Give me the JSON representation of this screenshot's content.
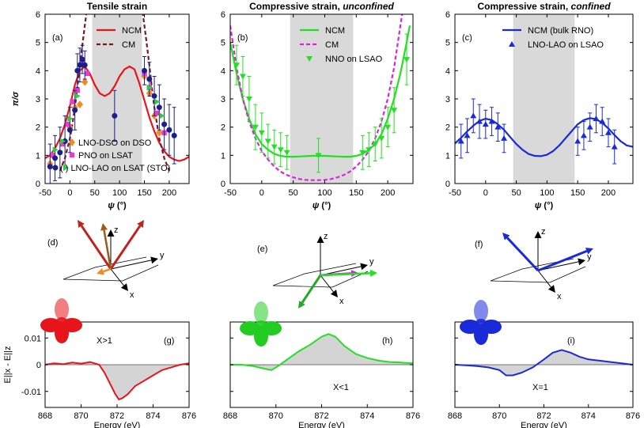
{
  "chart_data": [
    {
      "id": "a",
      "type": "scatter",
      "title": "Tensile strain",
      "title_italic": "",
      "panel_label": "(a)",
      "xlabel": "ψ (°)",
      "ylabel": "π/σ",
      "xlim": [
        -50,
        240
      ],
      "ylim": [
        0,
        6
      ],
      "xticks": [
        -50,
        0,
        50,
        100,
        150,
        200
      ],
      "yticks": [
        0,
        1,
        2,
        3,
        4,
        5,
        6
      ],
      "shaded": [
        45,
        145
      ],
      "legend_top": [
        {
          "label": "NCM",
          "color": "#e8141b",
          "style": "solid"
        },
        {
          "label": "CM",
          "color": "#7a1a1a",
          "style": "dashed"
        }
      ],
      "legend_bottom": [
        {
          "label": "LNO-DSO on DSO",
          "color": "#f28a1e",
          "marker": "diamond"
        },
        {
          "label": "PNO on LSAT",
          "color": "#e83ccf",
          "marker": "square"
        },
        {
          "label": "( ) LNO-LAO on LSAT (STO)",
          "color": "#1b1f8a",
          "marker": "circle-tri"
        }
      ],
      "curves": [
        {
          "name": "NCM",
          "color": "#e8141b",
          "dash": "",
          "x": [
            -50,
            -40,
            -30,
            -20,
            -10,
            0,
            10,
            20,
            30,
            40,
            50,
            60,
            70,
            80,
            90,
            100,
            110,
            120,
            130,
            140,
            150,
            160,
            170,
            180,
            190,
            200,
            210,
            220,
            230,
            240
          ],
          "y": [
            0.9,
            1.0,
            1.25,
            1.6,
            2.1,
            2.75,
            3.5,
            4.0,
            4.15,
            3.9,
            3.5,
            3.2,
            3.1,
            3.2,
            3.45,
            3.8,
            4.05,
            4.15,
            4.05,
            3.55,
            2.95,
            2.35,
            1.85,
            1.45,
            1.15,
            0.95,
            0.85,
            0.8,
            0.85,
            0.95
          ]
        },
        {
          "name": "CM",
          "color": "#7a1a1a",
          "dash": "5,3",
          "x": [
            -20,
            -10,
            0,
            5,
            10,
            15,
            20,
            25,
            30,
            33,
            36
          ],
          "y": [
            0.45,
            0.9,
            1.6,
            2.1,
            2.7,
            3.4,
            4.2,
            4.9,
            5.6,
            6.0,
            6.3
          ]
        },
        {
          "name": "CM",
          "color": "#7a1a1a",
          "dash": "5,3",
          "x": [
            144,
            147,
            150,
            155,
            160,
            165,
            170,
            180,
            190,
            200
          ],
          "y": [
            6.3,
            6.0,
            5.6,
            4.9,
            4.2,
            3.4,
            2.7,
            1.6,
            0.9,
            0.45
          ]
        }
      ],
      "points": [
        {
          "marker": "diamond",
          "color": "#f28a1e",
          "x": [
            -40,
            -10,
            0,
            10,
            20,
            30,
            150,
            160,
            170,
            180
          ],
          "y": [
            0.7,
            1.5,
            2.0,
            2.7,
            2.8,
            3.6,
            3.8,
            3.2,
            2.4,
            1.8
          ]
        },
        {
          "marker": "square",
          "color": "#e83ccf",
          "x": [
            -35,
            -15,
            -5,
            5,
            15,
            25,
            35,
            150,
            160,
            175,
            190
          ],
          "y": [
            1.0,
            1.4,
            2.1,
            2.9,
            3.3,
            4.3,
            3.9,
            3.9,
            3.4,
            2.5,
            1.8
          ]
        },
        {
          "marker": "circle",
          "color": "#1b1f8a",
          "x": [
            -40,
            -30,
            -20,
            -10,
            0,
            10,
            15,
            20,
            25,
            30,
            90,
            150,
            160,
            170,
            180,
            190,
            200,
            210
          ],
          "y": [
            0.6,
            0.9,
            1.1,
            1.5,
            1.9,
            2.6,
            4.0,
            4.2,
            4.4,
            4.2,
            2.4,
            4.0,
            3.7,
            3.1,
            2.7,
            2.1,
            1.9,
            1.7
          ],
          "err": [
            0.8,
            0.8,
            0.9,
            0.9,
            0.8,
            0.7,
            0.6,
            0.6,
            0.5,
            0.5,
            0.9,
            0.5,
            0.6,
            0.7,
            0.8,
            0.9,
            0.9,
            1.0
          ]
        },
        {
          "marker": "triangle-right",
          "color": "#2ecc40",
          "x": [
            -30,
            -15,
            0,
            15,
            160,
            175,
            185
          ],
          "y": [
            1.2,
            1.5,
            2.3,
            3.1,
            3.4,
            2.9,
            2.4
          ]
        }
      ]
    },
    {
      "id": "b",
      "type": "scatter",
      "title": "Compressive strain, ",
      "title_italic": "unconfined",
      "panel_label": "(b)",
      "xlabel": "ψ (°)",
      "ylabel": "",
      "xlim": [
        -50,
        240
      ],
      "ylim": [
        0,
        6
      ],
      "xticks": [
        -50,
        0,
        50,
        100,
        150,
        200
      ],
      "yticks": [
        0,
        1,
        2,
        3,
        4,
        5,
        6
      ],
      "shaded": [
        45,
        145
      ],
      "legend_top": [
        {
          "label": "NCM",
          "color": "#22e022",
          "style": "solid"
        },
        {
          "label": "CM",
          "color": "#e020e0",
          "style": "dashed"
        },
        {
          "label": "NNO on LSAO",
          "color": "#22e022",
          "marker": "triangle-down"
        }
      ],
      "legend_bottom": [],
      "curves": [
        {
          "name": "NCM",
          "color": "#22e022",
          "dash": "",
          "x": [
            -50,
            -40,
            -30,
            -20,
            -10,
            0,
            10,
            20,
            30,
            40,
            50,
            60,
            70,
            80,
            90,
            100,
            110,
            120,
            130,
            140,
            150,
            160,
            170,
            180,
            190,
            200,
            210,
            220,
            230,
            235
          ],
          "y": [
            5.0,
            3.9,
            3.0,
            2.3,
            1.75,
            1.4,
            1.2,
            1.05,
            0.98,
            0.95,
            0.95,
            0.96,
            0.97,
            0.98,
            0.98,
            0.98,
            0.97,
            0.96,
            0.95,
            0.95,
            0.98,
            1.05,
            1.2,
            1.4,
            1.75,
            2.3,
            3.0,
            3.9,
            5.0,
            5.6
          ]
        },
        {
          "name": "CM",
          "color": "#e020e0",
          "dash": "5,3",
          "x": [
            -50,
            -40,
            -30,
            -20,
            -10,
            0,
            10,
            20,
            30,
            40,
            50,
            60,
            70,
            80,
            90,
            100,
            110,
            120,
            130,
            140,
            150,
            160,
            170,
            180,
            190,
            200,
            210,
            220,
            230,
            235
          ],
          "y": [
            5.6,
            4.1,
            3.0,
            2.2,
            1.6,
            1.15,
            0.85,
            0.6,
            0.42,
            0.3,
            0.22,
            0.16,
            0.13,
            0.12,
            0.12,
            0.13,
            0.16,
            0.22,
            0.3,
            0.42,
            0.6,
            0.85,
            1.15,
            1.6,
            2.2,
            3.0,
            4.1,
            5.6,
            7.0,
            7.5
          ]
        }
      ],
      "points": [
        {
          "marker": "triangle-down",
          "color": "#22e022",
          "x": [
            -40,
            -30,
            -20,
            -10,
            0,
            10,
            20,
            30,
            40,
            90,
            160,
            170,
            180,
            190,
            200,
            210,
            230
          ],
          "y": [
            4.2,
            3.8,
            3.0,
            2.0,
            1.8,
            1.5,
            1.3,
            1.2,
            1.1,
            1.0,
            1.1,
            1.2,
            1.4,
            1.6,
            2.0,
            2.6,
            4.4
          ],
          "err": [
            0.7,
            0.7,
            0.8,
            0.8,
            0.7,
            0.6,
            0.6,
            0.6,
            0.6,
            0.6,
            0.6,
            0.6,
            0.6,
            0.7,
            0.7,
            0.8,
            0.9
          ]
        }
      ]
    },
    {
      "id": "c",
      "type": "scatter",
      "title": "Compressive strain, ",
      "title_italic": "confined",
      "panel_label": "(c)",
      "xlabel": "ψ (°)",
      "ylabel": "",
      "xlim": [
        -50,
        240
      ],
      "ylim": [
        0,
        6
      ],
      "xticks": [
        -50,
        0,
        50,
        100,
        150,
        200
      ],
      "yticks": [
        0,
        1,
        2,
        3,
        4,
        5,
        6
      ],
      "shaded": [
        45,
        145
      ],
      "legend_top": [
        {
          "label": "NCM (bulk RNO)",
          "color": "#1a2ad8",
          "style": "solid"
        },
        {
          "label": "LNO-LAO on LSAO",
          "color": "#1a2ad8",
          "marker": "triangle-up"
        }
      ],
      "legend_bottom": [],
      "curves": [
        {
          "name": "NCM (bulk RNO)",
          "color": "#1a2ad8",
          "dash": "",
          "x": [
            -50,
            -40,
            -30,
            -20,
            -10,
            0,
            10,
            20,
            30,
            40,
            50,
            60,
            70,
            80,
            90,
            100,
            110,
            120,
            130,
            140,
            150,
            160,
            170,
            180,
            190,
            200,
            210,
            220,
            230,
            240
          ],
          "y": [
            1.42,
            1.62,
            1.85,
            2.05,
            2.22,
            2.3,
            2.25,
            2.1,
            1.9,
            1.65,
            1.4,
            1.2,
            1.05,
            0.98,
            0.97,
            1.02,
            1.15,
            1.35,
            1.6,
            1.85,
            2.1,
            2.25,
            2.32,
            2.28,
            2.15,
            1.95,
            1.72,
            1.5,
            1.35,
            1.3
          ]
        }
      ],
      "points": [
        {
          "marker": "triangle-up",
          "color": "#1a2ad8",
          "x": [
            -40,
            -30,
            -20,
            -10,
            0,
            10,
            20,
            30,
            150,
            160,
            170,
            180,
            190,
            200,
            210
          ],
          "y": [
            1.5,
            1.7,
            2.4,
            2.2,
            2.1,
            2.2,
            2.0,
            1.6,
            1.5,
            1.7,
            2.0,
            2.3,
            2.2,
            1.8,
            1.3
          ],
          "err": [
            0.6,
            0.6,
            0.6,
            0.6,
            0.5,
            0.5,
            0.5,
            0.5,
            0.5,
            0.5,
            0.5,
            0.5,
            0.5,
            0.5,
            0.6
          ]
        }
      ]
    },
    {
      "id": "g",
      "type": "line",
      "panel_label": "(g)",
      "annotation": "X>1",
      "xlabel": "Energy (eV)",
      "ylabel": "E||x - E||z",
      "xlim": [
        868,
        876
      ],
      "ylim": [
        -0.016,
        0.016
      ],
      "xticks": [
        868,
        870,
        872,
        874,
        876
      ],
      "yticks": [
        -0.01,
        0,
        0.01
      ],
      "ytick_labels": [
        "-0.01",
        "0",
        "0.01"
      ],
      "series": [
        {
          "name": "",
          "color": "#e8141b",
          "x": [
            868,
            868.5,
            869,
            869.5,
            870,
            870.5,
            871,
            871.3,
            871.6,
            871.9,
            872.1,
            872.3,
            872.6,
            873,
            873.5,
            874,
            874.5,
            875,
            875.5,
            876
          ],
          "y": [
            0.0,
            0.0005,
            0.0002,
            0.0008,
            0.0004,
            0.001,
            0.0,
            -0.003,
            -0.007,
            -0.011,
            -0.013,
            -0.0125,
            -0.011,
            -0.008,
            -0.006,
            -0.004,
            -0.002,
            -0.001,
            0.0,
            0.0005
          ]
        }
      ]
    },
    {
      "id": "h",
      "type": "line",
      "panel_label": "(h)",
      "annotation": "X<1",
      "xlabel": "Energy (eV)",
      "ylabel": "",
      "xlim": [
        868,
        876
      ],
      "ylim": [
        -0.016,
        0.016
      ],
      "xticks": [
        868,
        870,
        872,
        874,
        876
      ],
      "yticks": [
        -0.01,
        0,
        0.01
      ],
      "ytick_labels": [
        "-0.01",
        "0",
        "0.01"
      ],
      "series": [
        {
          "name": "",
          "color": "#22e022",
          "x": [
            868,
            868.5,
            869,
            869.5,
            869.8,
            870.1,
            870.5,
            871,
            871.5,
            872,
            872.3,
            872.6,
            873,
            873.5,
            874,
            874.5,
            875,
            875.5,
            876
          ],
          "y": [
            0.0,
            0.0,
            -0.0005,
            -0.0015,
            -0.002,
            -0.0005,
            0.002,
            0.005,
            0.0075,
            0.0105,
            0.0115,
            0.0105,
            0.007,
            0.004,
            0.0025,
            0.0015,
            0.001,
            0.0008,
            0.0005
          ]
        }
      ]
    },
    {
      "id": "i",
      "type": "line",
      "panel_label": "(i)",
      "annotation": "X=1",
      "xlabel": "Energy (eV)",
      "ylabel": "",
      "xlim": [
        868,
        876
      ],
      "ylim": [
        -0.016,
        0.016
      ],
      "xticks": [
        868,
        870,
        872,
        874,
        876
      ],
      "yticks": [
        -0.01,
        0,
        0.01
      ],
      "ytick_labels": [
        "-0.01",
        "0",
        "0.01"
      ],
      "series": [
        {
          "name": "",
          "color": "#1a2ad8",
          "x": [
            868,
            868.5,
            869,
            869.5,
            870,
            870.3,
            870.6,
            871,
            871.5,
            872,
            872.4,
            872.8,
            873.2,
            873.6,
            874,
            874.5,
            875,
            875.5,
            876
          ],
          "y": [
            0.0,
            -0.0002,
            -0.0005,
            -0.001,
            -0.002,
            -0.004,
            -0.004,
            -0.003,
            -0.001,
            0.002,
            0.0045,
            0.0055,
            0.0045,
            0.003,
            0.002,
            0.0015,
            0.001,
            0.0005,
            0.0
          ]
        }
      ]
    }
  ],
  "vector_panels": [
    {
      "label": "(d)",
      "axes": [
        "z",
        "y",
        "x"
      ],
      "arrow_colors": [
        "#c0221c",
        "#c0221c",
        "#9a5a1a",
        "#f28a1e"
      ]
    },
    {
      "label": "(e)",
      "axes": [
        "z",
        "y",
        "x"
      ],
      "arrow_colors": [
        "#22aa22",
        "#e020e0",
        "#22e022"
      ]
    },
    {
      "label": "(f)",
      "axes": [
        "z",
        "y",
        "x"
      ],
      "arrow_colors": [
        "#1a2ad8",
        "#1a2ad8"
      ]
    }
  ],
  "orbital_colors": [
    "#e8141b",
    "#22cc22",
    "#1a2ad8"
  ]
}
